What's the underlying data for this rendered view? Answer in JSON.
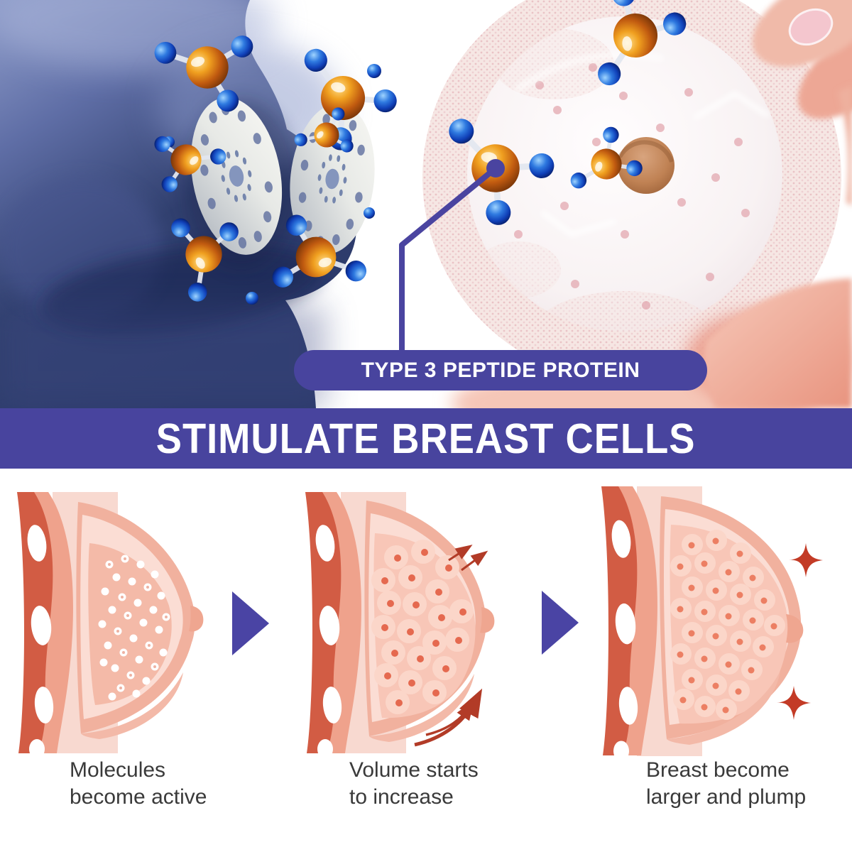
{
  "callout": {
    "label": "TYPE 3 PEPTIDE PROTEIN"
  },
  "banner": {
    "title": "STIMULATE BREAST CELLS"
  },
  "steps": [
    {
      "line1": "Molecules",
      "line2": "become active"
    },
    {
      "line1": "Volume starts",
      "line2": "to increase"
    },
    {
      "line1": "Breast become",
      "line2": "larger and plump"
    }
  ],
  "icons": {
    "molecule": "molecule-model-icon",
    "step_arrow": "triangle-right-arrow-icon",
    "growth_arrow": "curved-growth-arrow-icon",
    "sparkle": "sparkle-icon",
    "breast_patch": "perforated-breast-patch-icon"
  },
  "colors": {
    "purple": "#48449e",
    "banner_text": "#ffffff",
    "caption_text": "#3a3a3a",
    "arrow_red": "#b23b27",
    "sparkle_red": "#c33b26",
    "torso_blue_dark": "#2c3a6b",
    "torso_blue_light": "#8e9cc9",
    "rib_red": "#d25c44",
    "gland_pink": "#f4baa8",
    "cell_pink": "#fbd6c9",
    "skin_pink": "#f2bcac",
    "molecule_amber": "#e8920f",
    "molecule_blue": "#1a52d8",
    "patch_gray": "#d9dde0"
  }
}
